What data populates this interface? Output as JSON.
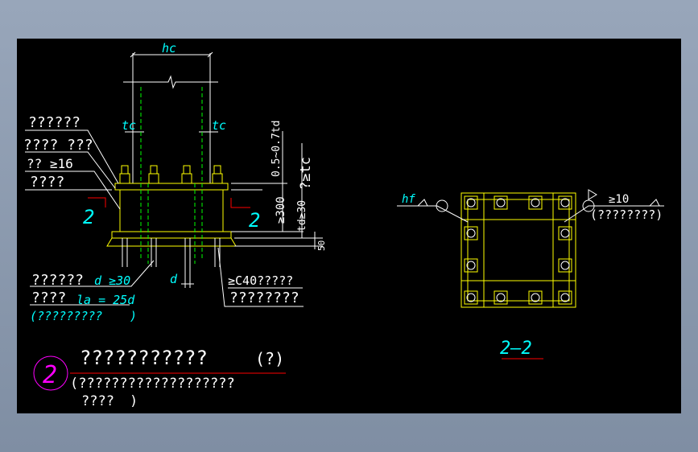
{
  "drawing": {
    "dims": {
      "hc": "hc",
      "tc_left": "tc",
      "tc_right": "tc",
      "d": "d",
      "td_range": "0.5~0.7td",
      "td_ge_tc": "?≥tc",
      "ge300": "≥300",
      "td_ge30": "td≥30",
      "dim50": "50",
      "hf": "hf",
      "ge10": "≥10"
    },
    "labels": {
      "l1": "??????",
      "l2": "???? ???",
      "l3": "?? ≥16",
      "l4": "????",
      "l5": "??????",
      "l5b": "d ≥30",
      "l6": "????",
      "l6b": "la = 25d",
      "l7": "(?????????",
      "l7b": ")",
      "c1": "≥C40?????",
      "c2": "????????",
      "weld": "(????????)"
    },
    "section_marks": {
      "left": "2",
      "right": "2"
    },
    "section_title": "2—2",
    "detail": {
      "number": "2",
      "title": "???????????",
      "suffix": "(?)",
      "sub1": "(???????????????????",
      "sub2": "????",
      "sub2_close": ")"
    }
  },
  "colors": {
    "background": "#000000",
    "white": "#ffffff",
    "yellow": "#ffff00",
    "green": "#00ff00",
    "cyan": "#00ffff",
    "red": "#ff0000",
    "magenta": "#ff00ff"
  }
}
